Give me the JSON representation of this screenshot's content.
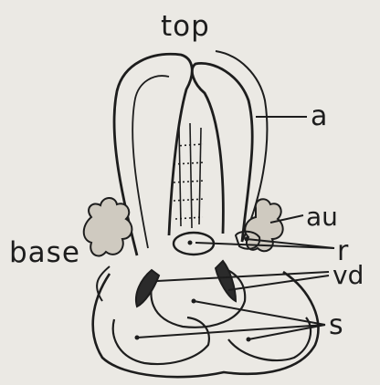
{
  "labels": {
    "top": "top",
    "base": "base",
    "a": "a",
    "au": "au",
    "r": "r",
    "vd": "vd",
    "s": "s"
  },
  "colors": {
    "background": "#ebe9e4",
    "ink": "#1d1d1d"
  }
}
